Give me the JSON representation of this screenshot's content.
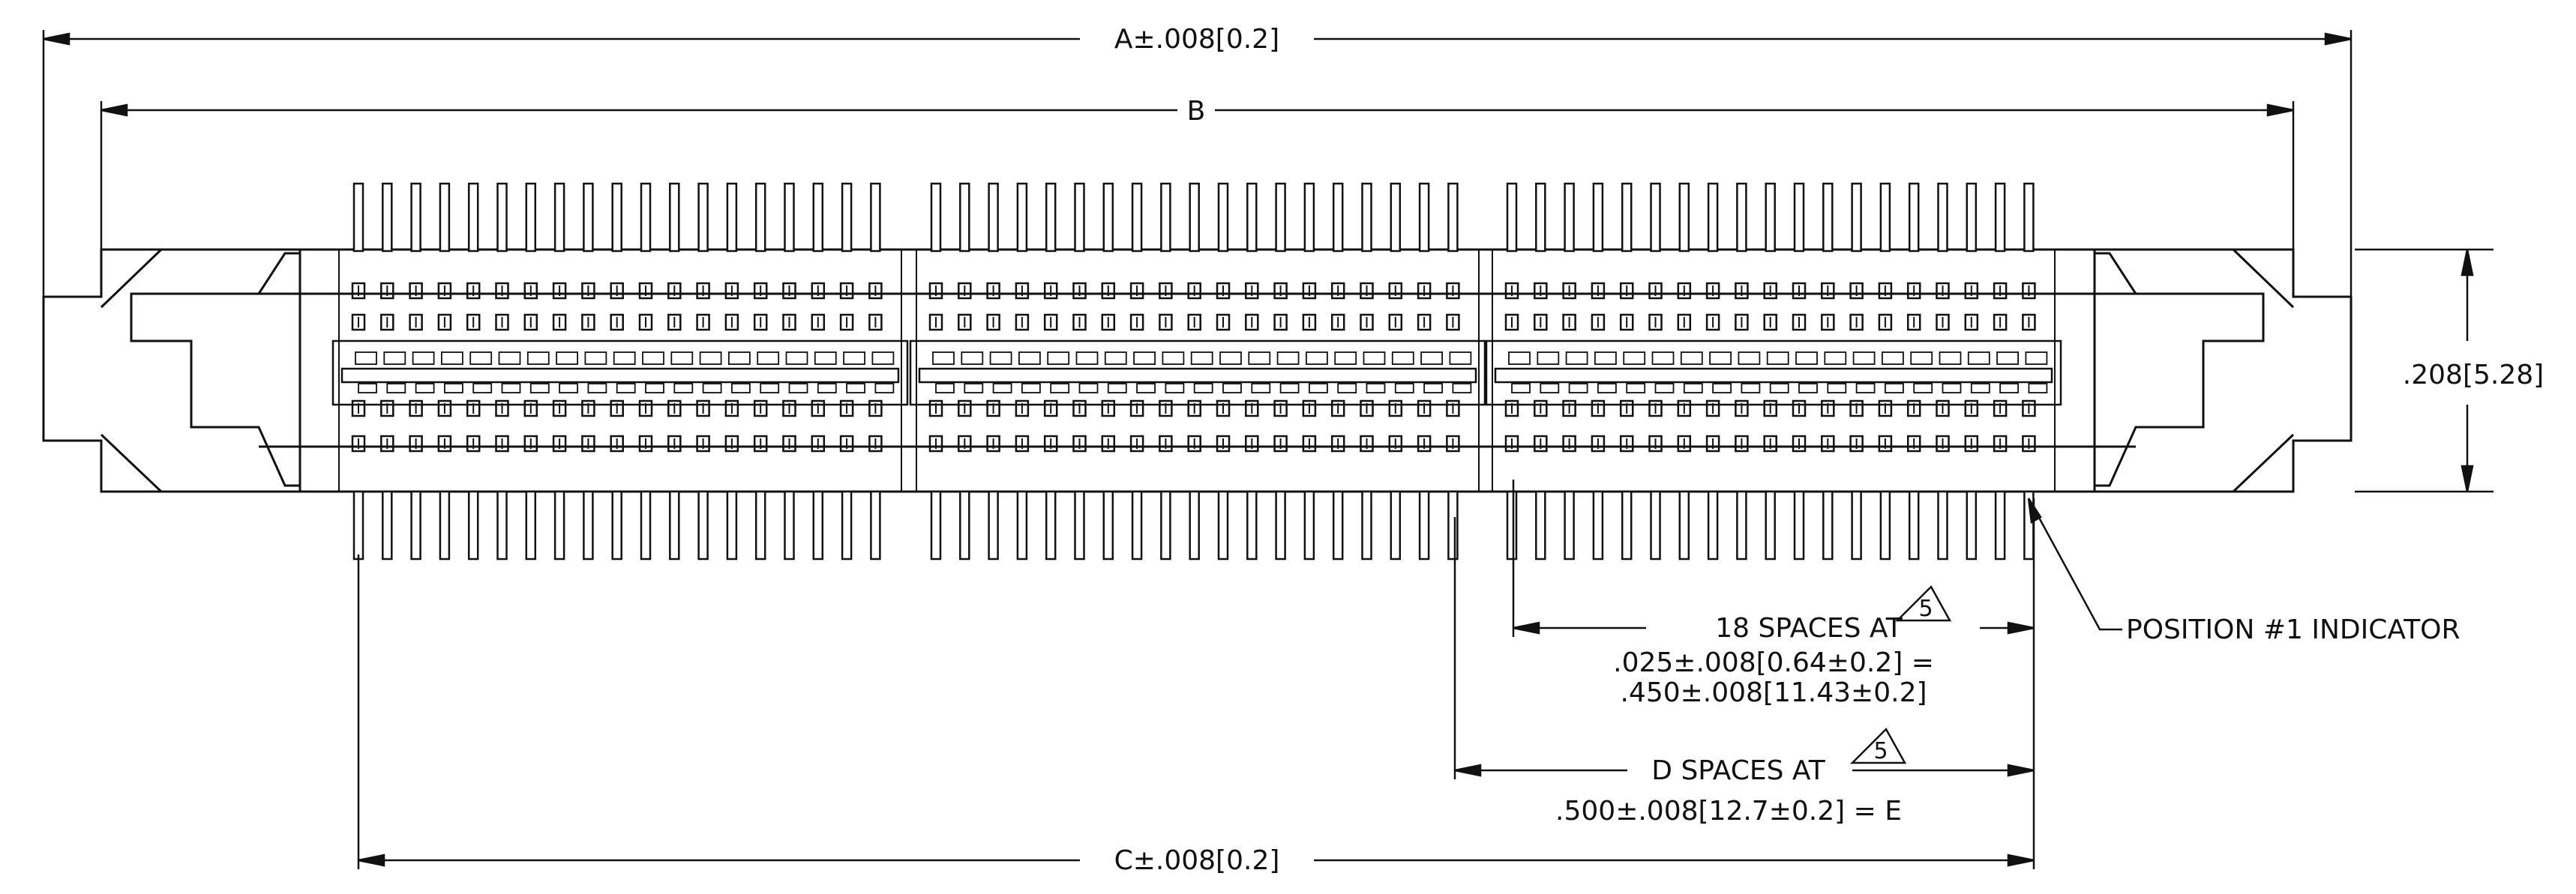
{
  "dimensions": {
    "a": "A±.008[0.2]",
    "b": "B",
    "c": "C±.008[0.2]",
    "height": ".208[5.28]",
    "pitch_line1_prefix": "18 SPACES AT",
    "pitch_line2": ".025±.008[0.64±0.2] =",
    "pitch_line3": ".450±.008[11.43±0.2]",
    "bank_line1_prefix": "D SPACES AT",
    "bank_line2": ".500±.008[12.7±0.2] = E",
    "note_number": "5"
  },
  "callouts": {
    "position_indicator": "POSITION #1 INDICATOR"
  },
  "connector": {
    "banks": 3,
    "pins_per_row_per_bank": 19
  }
}
